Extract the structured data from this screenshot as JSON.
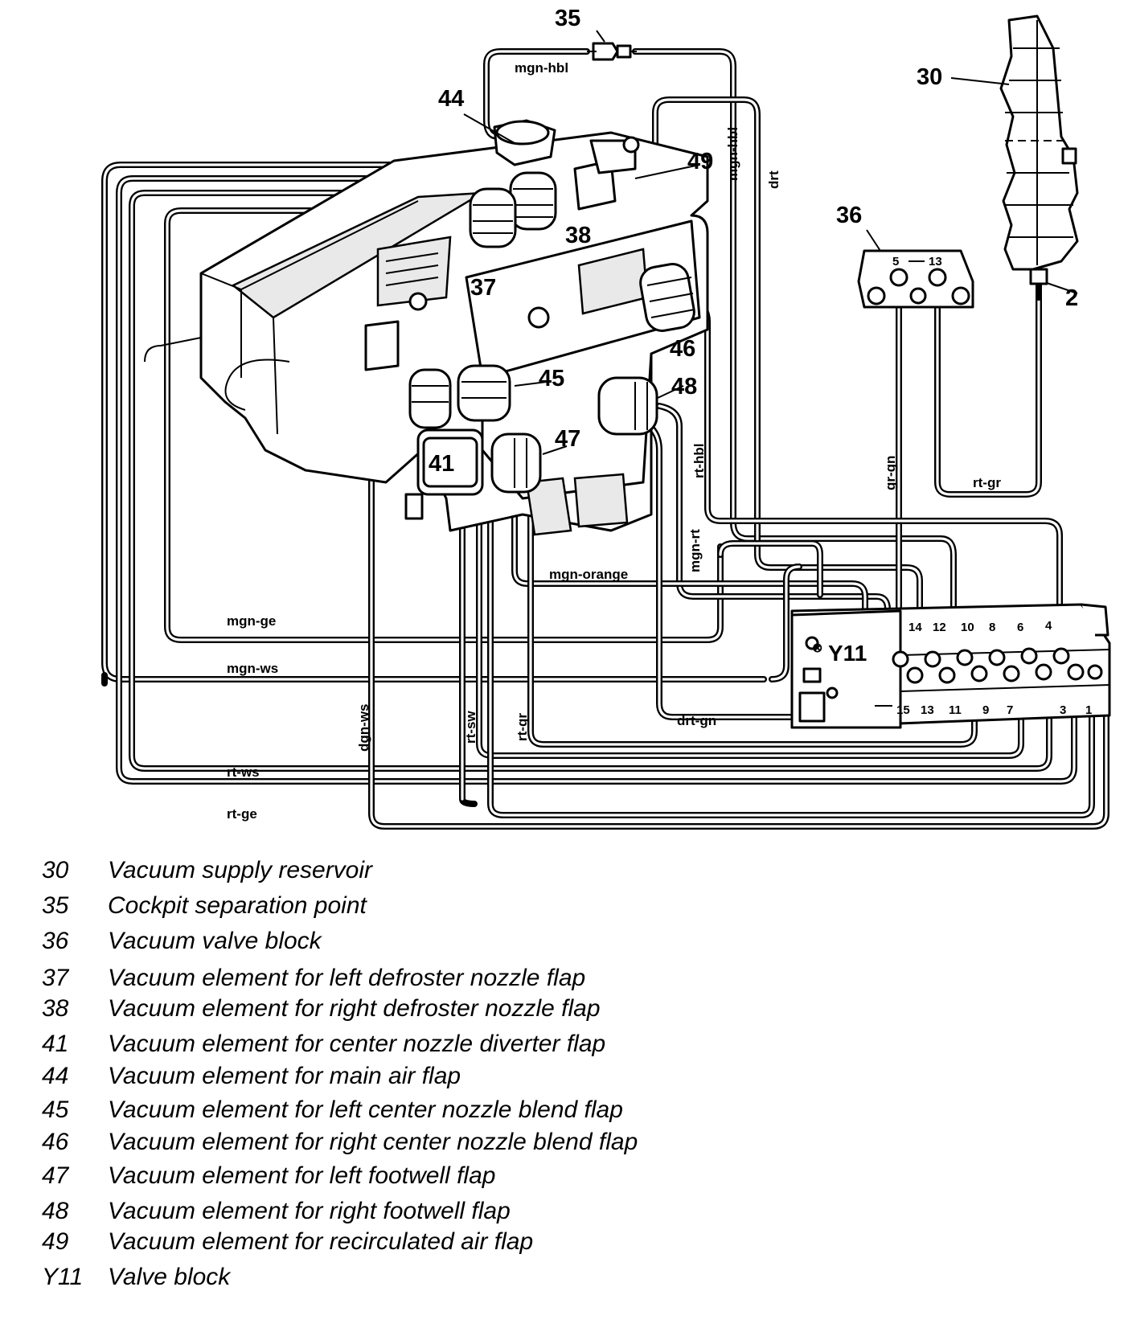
{
  "diagram": {
    "callouts": {
      "c35": "35",
      "c30": "30",
      "c44": "44",
      "c49": "49",
      "c36": "36",
      "c38": "38",
      "c37": "37",
      "c2": "2",
      "c46": "46",
      "c45": "45",
      "c48": "48",
      "c47": "47",
      "c41": "41"
    },
    "hose_labels": {
      "mgn_hbl_top": "mgn-hbl",
      "mgn_hbl_side": "mgn-hbl",
      "drt": "drt",
      "gr_gn": "gr-gn",
      "rt_gr_right": "rt-gr",
      "rt_hbl": "rt-hbl",
      "mgn_rt": "mgn-rt",
      "mgn_orange": "mgn-orange",
      "mgn_ge": "mgn-ge",
      "mgn_ws": "mgn-ws",
      "dgn_ws": "dgn-ws",
      "rt_sw": "rt-sw",
      "rt_gr_left": "rt-gr",
      "drt_gn": "drt-gn",
      "rt_ws": "rt-ws",
      "rt_ge": "rt-ge"
    },
    "valve_block": {
      "label": "Y11",
      "top_ports": [
        "14",
        "12",
        "10",
        "8",
        "6",
        "4"
      ],
      "bottom_ports": [
        "15",
        "13",
        "11",
        "9",
        "7",
        "3",
        "1"
      ],
      "valve36_ports": [
        "5",
        "13"
      ]
    }
  },
  "legend": [
    {
      "num": "30",
      "text": "Vacuum supply reservoir"
    },
    {
      "num": "35",
      "text": "Cockpit separation point"
    },
    {
      "num": "36",
      "text": "Vacuum valve block"
    },
    {
      "num": "37",
      "text": "Vacuum element for left defroster  nozzle flap"
    },
    {
      "num": "38",
      "text": "Vacuum element for right defroster  nozzle flap"
    },
    {
      "num": "41",
      "text": "Vacuum element for center nozzle  diverter flap"
    },
    {
      "num": "44",
      "text": "Vacuum element for main air flap"
    },
    {
      "num": "45",
      "text": "Vacuum element for left center nozzle  blend flap"
    },
    {
      "num": "46",
      "text": "Vacuum element for right center   nozzle blend flap"
    },
    {
      "num": "47",
      "text": "Vacuum element for left footwell flap"
    },
    {
      "num": "48",
      "text": "Vacuum element for right footwell  flap"
    },
    {
      "num": "49",
      "text": "Vacuum element for recirculated air  flap"
    },
    {
      "num": "Y11",
      "text": "Valve block"
    }
  ]
}
